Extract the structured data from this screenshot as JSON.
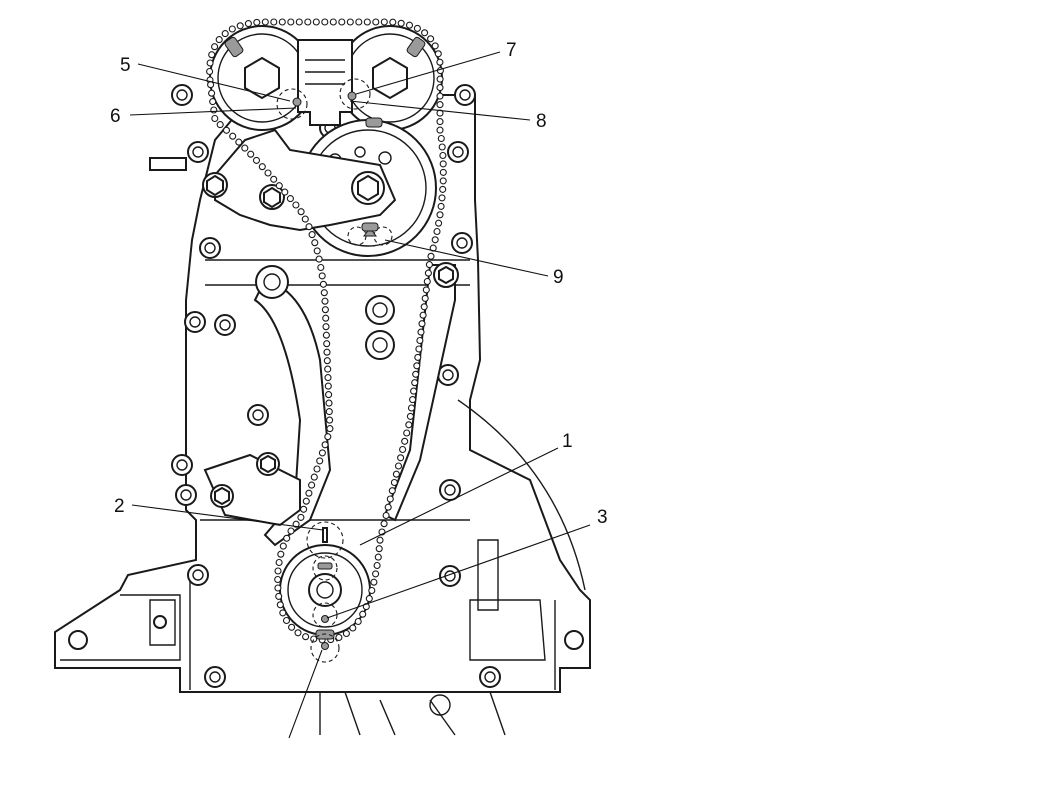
{
  "diagram": {
    "callouts": [
      {
        "id": "1",
        "label": "1"
      },
      {
        "id": "2",
        "label": "2"
      },
      {
        "id": "3",
        "label": "3"
      },
      {
        "id": "5",
        "label": "5"
      },
      {
        "id": "6",
        "label": "6"
      },
      {
        "id": "7",
        "label": "7"
      },
      {
        "id": "8",
        "label": "8"
      },
      {
        "id": "9",
        "label": "9"
      }
    ]
  }
}
